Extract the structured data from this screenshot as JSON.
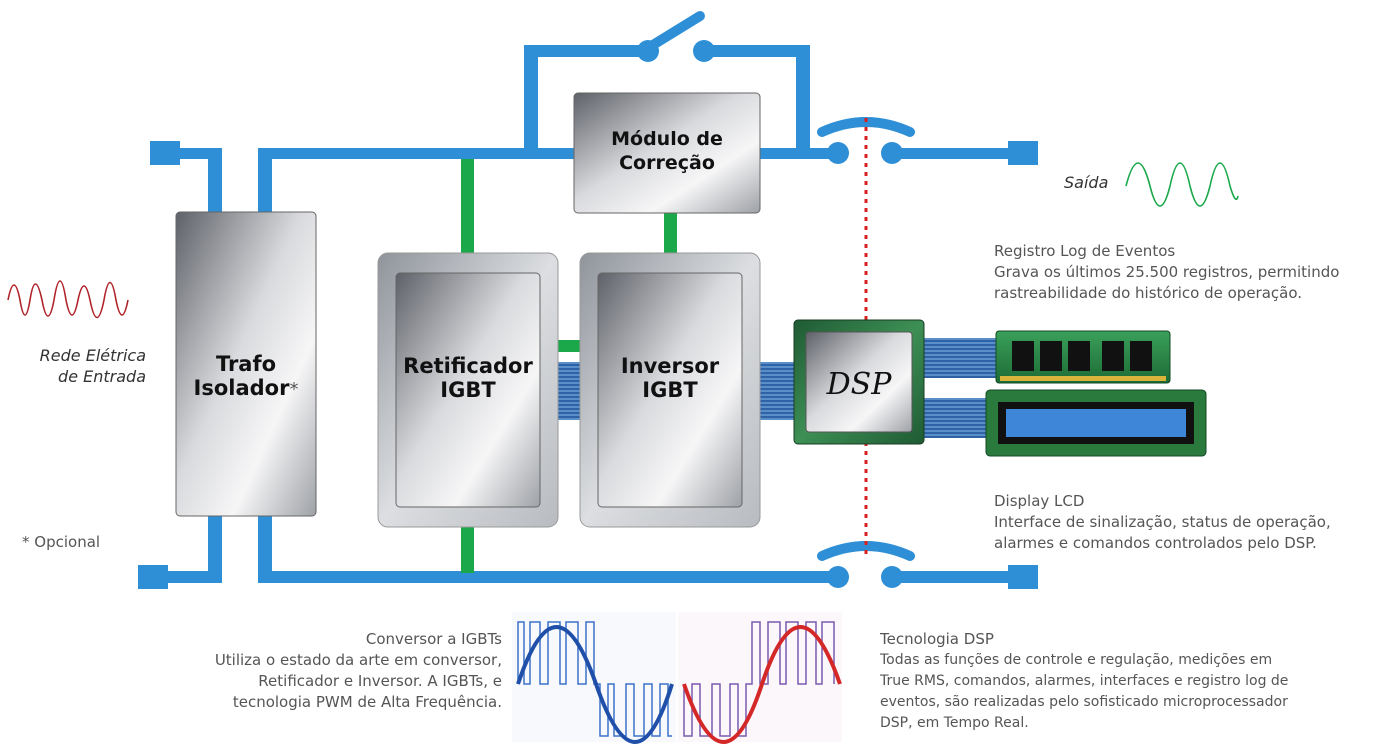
{
  "blocks": {
    "trafo": {
      "line1": "Trafo",
      "line2": "Isolador",
      "star": "*"
    },
    "retificador": {
      "line1": "Retificador",
      "line2": "IGBT"
    },
    "inversor": {
      "line1": "Inversor",
      "line2": "IGBT"
    },
    "modulo": {
      "line1": "Módulo de",
      "line2": "Correção"
    },
    "dsp": "DSP"
  },
  "input_label": {
    "line1": "Rede Elétrica",
    "line2": "de Entrada"
  },
  "output_label": "Saída",
  "optional_note": "* Opcional",
  "log": {
    "title": "Registro Log de Eventos",
    "line1": "Grava os últimos 25.500 registros, permitindo",
    "line2": "rastreabilidade do histórico de operação."
  },
  "lcd": {
    "title": "Display LCD",
    "line1": "Interface de sinalização, status de operação,",
    "line2": "alarmes e comandos controlados pelo DSP."
  },
  "conversor": {
    "title": "Conversor a IGBTs",
    "line1": "Utiliza o estado da arte em conversor,",
    "line2": "Retificador e Inversor. A IGBTs, e",
    "line3": "tecnologia PWM de Alta Frequência."
  },
  "dsp_tech": {
    "title": "Tecnologia DSP",
    "line1": "Todas as funções de controle e regulação,  medições em",
    "line2": "True RMS, comandos,  alarmes, interfaces e registro log de",
    "line3": "eventos, são realizadas pelo sofisticado microprocessador",
    "line4": "DSP, em Tempo Real."
  },
  "colors": {
    "bus_blue": "#2e8fd6",
    "control_green": "#1aa84a",
    "input_wave": "#b0232a",
    "output_wave": "#1aa84a",
    "dsp_board": "#2f7a45",
    "lcd_screen": "#3d86d8",
    "dotted_red": "#d92020"
  }
}
